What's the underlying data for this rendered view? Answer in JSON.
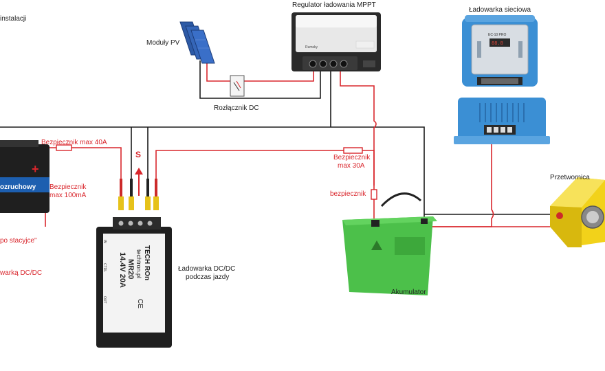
{
  "labels": {
    "installation": "instalacji",
    "mppt": "Regulator ładowania MPPT",
    "charger": "Ładowarka sieciowa",
    "pv": "Moduły PV",
    "dc_switch": "Rozłącznik DC",
    "fuse40": "Bezpiecznik max 40A",
    "fuse30_line1": "Bezpiecznik",
    "fuse30_line2": "max 30A",
    "fuse100_line1": "Bezpiecznik",
    "fuse100_line2": "max 100mA",
    "fuse_plain": "bezpiecznik",
    "inverter": "Przetwornica",
    "battery": "Akumulator",
    "dcdc_line1": "Ładowarka DC/DC",
    "dcdc_line2": "podczas jazdy",
    "starter_partial": "ozruchowy",
    "stop_partial": "po stacyjce\"",
    "dcdc_partial": "warką DC/DC",
    "s_signal": "S"
  },
  "device_text": {
    "mppt_brand": "Rumsky",
    "charger_model": "EC-10 PRO",
    "dcdc_brand": "TECH ROn",
    "dcdc_site": "techtron.pl",
    "dcdc_model": "MR20",
    "dcdc_rating": "14.4V 20A",
    "dcdc_in": "IN",
    "dcdc_ctrl": "CTRL",
    "dcdc_out": "OUT",
    "ce": "CE",
    "battery_plus": "+"
  },
  "colors": {
    "wire_black": "#1a1a1a",
    "wire_red": "#d9262c",
    "battery_green": "#4cc04a",
    "charger_blue": "#3b8fd4",
    "inverter_yellow": "#f2d21a",
    "pv_blue": "#3566b8",
    "device_dark": "#2a2a2a"
  }
}
